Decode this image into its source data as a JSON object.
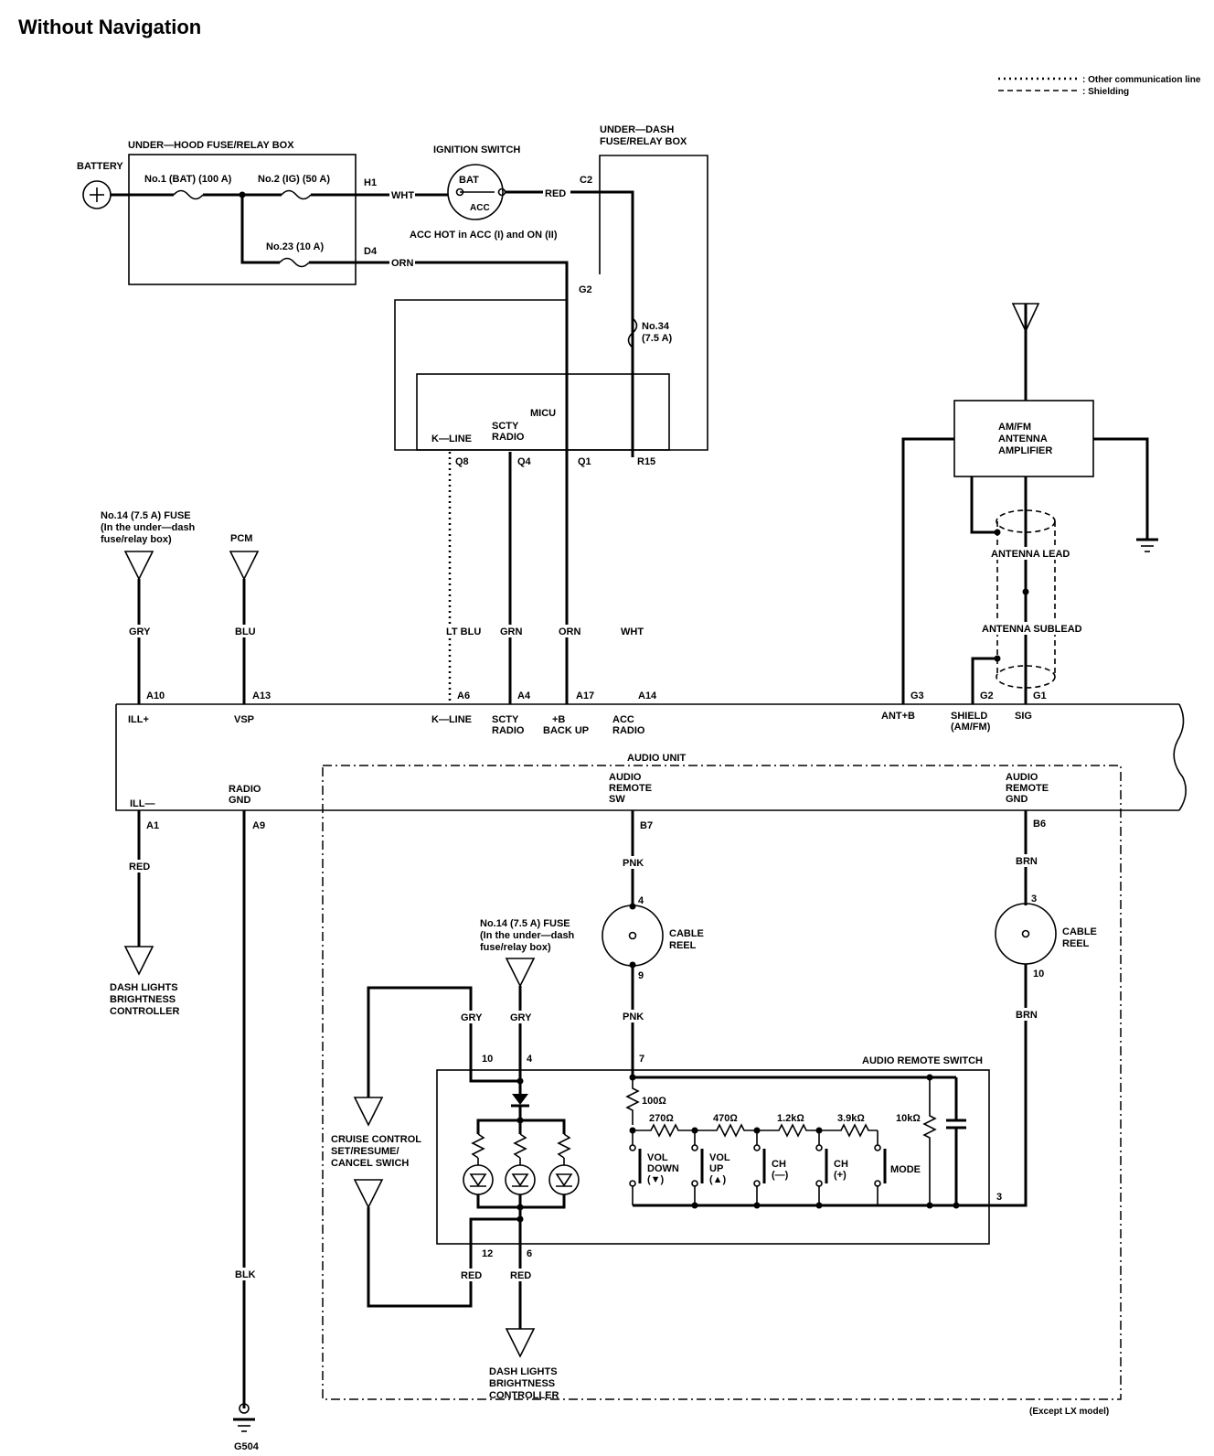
{
  "title": "Without Navigation",
  "legend": {
    "other_line": ": Other communication line",
    "shielding": ": Shielding"
  },
  "components": {
    "battery": "BATTERY",
    "hood_box": "UNDER—HOOD FUSE/RELAY BOX",
    "fuse1": "No.1 (BAT) (100 A)",
    "fuse2": "No.2 (IG) (50 A)",
    "fuse23": "No.23 (10 A)",
    "ignition": "IGNITION SWITCH",
    "bat": "BAT",
    "acc": "ACC",
    "acc_hot": "ACC HOT in ACC (I) and ON (II)",
    "dash_box_1": "UNDER—DASH",
    "dash_box_2": "FUSE/RELAY BOX",
    "fuse34_1": "No.34",
    "fuse34_2": "(7.5 A)",
    "micu": "MICU",
    "k_line": "K—LINE",
    "scty": "SCTY",
    "radio": "RADIO",
    "amp_1": "AM/FM",
    "amp_2": "ANTENNA",
    "amp_3": "AMPLIFIER",
    "antenna_lead": "ANTENNA LEAD",
    "antenna_sublead": "ANTENNA SUBLEAD",
    "fuse14_1": "No.14 (7.5 A) FUSE",
    "fuse14_2": "(In the under—dash",
    "fuse14_3": "fuse/relay box)",
    "fuse14b_1": "No.14 (7.5 A) FUSE",
    "fuse14b_2": "(In the under—dash",
    "fuse14b_3": "fuse/relay box)",
    "pcm": "PCM",
    "audio_unit": "AUDIO UNIT",
    "dash_ctrl_1": "DASH LIGHTS",
    "dash_ctrl_2": "BRIGHTNESS",
    "dash_ctrl_3": "CONTROLLER",
    "dash_ctrl2_1": "DASH LIGHTS",
    "dash_ctrl2_2": "BRIGHTNESS",
    "dash_ctrl2_3": "CONTROLLER",
    "cable_reel_1": "CABLE",
    "cable_reel_2": "REEL",
    "cable_reel2_1": "CABLE",
    "cable_reel2_2": "REEL",
    "remote_switch": "AUDIO REMOTE SWITCH",
    "cruise_1": "CRUISE CONTROL",
    "cruise_2": "SET/RESUME/",
    "cruise_3": "CANCEL SWICH",
    "ground": "G504",
    "except": "(Except LX model)"
  },
  "terminals": {
    "H1": "H1",
    "D4": "D4",
    "C2": "C2",
    "G2": "G2",
    "Q8": "Q8",
    "Q4": "Q4",
    "Q1": "Q1",
    "R15": "R15",
    "A10": "A10",
    "A13": "A13",
    "A6": "A6",
    "A4": "A4",
    "A17": "A17",
    "A14": "A14",
    "A1": "A1",
    "A9": "A9",
    "B7": "B7",
    "B6": "B6",
    "G3t": "G3",
    "G2t": "G2",
    "G1t": "G1",
    "p4": "4",
    "p9": "9",
    "p3": "3",
    "p10": "10",
    "s10": "10",
    "s4": "4",
    "s7": "7",
    "s12": "12",
    "s6": "6",
    "s3": "3"
  },
  "pins": {
    "ill_plus": "ILL+",
    "vsp": "VSP",
    "k_line": "K—LINE",
    "scty": "SCTY",
    "radio": "RADIO",
    "backup_1": "+B",
    "backup_2": "BACK UP",
    "acc_1": "ACC",
    "acc_2": "RADIO",
    "ant_b": "ANT+B",
    "shield_1": "SHIELD",
    "shield_2": "(AM/FM)",
    "sig": "SIG",
    "ill_minus": "ILL—",
    "radio_gnd_1": "RADIO",
    "radio_gnd_2": "GND",
    "remote_sw_1": "AUDIO",
    "remote_sw_2": "REMOTE",
    "remote_sw_3": "SW",
    "remote_gnd_1": "AUDIO",
    "remote_gnd_2": "REMOTE",
    "remote_gnd_3": "GND"
  },
  "wires": {
    "wht1": "WHT",
    "red1": "RED",
    "orn1": "ORN",
    "gry1": "GRY",
    "blu1": "BLU",
    "ltblu": "LT BLU",
    "grn": "GRN",
    "orn2": "ORN",
    "wht2": "WHT",
    "red2": "RED",
    "blk": "BLK",
    "pnk1": "PNK",
    "pnk2": "PNK",
    "brn1": "BRN",
    "brn2": "BRN",
    "gry2": "GRY",
    "gry3": "GRY",
    "red3": "RED",
    "red4": "RED"
  },
  "resistors": {
    "r100": "100Ω",
    "r270": "270Ω",
    "r470": "470Ω",
    "r1k2": "1.2kΩ",
    "r3k9": "3.9kΩ",
    "r10k": "10kΩ"
  },
  "switches": {
    "vol_down_1": "VOL",
    "vol_down_2": "DOWN",
    "vol_down_3": "(▼)",
    "vol_up_1": "VOL",
    "vol_up_2": "UP",
    "vol_up_3": "(▲)",
    "ch_minus_1": "CH",
    "ch_minus_2": "(—)",
    "ch_plus_1": "CH",
    "ch_plus_2": "(+)",
    "mode": "MODE"
  }
}
